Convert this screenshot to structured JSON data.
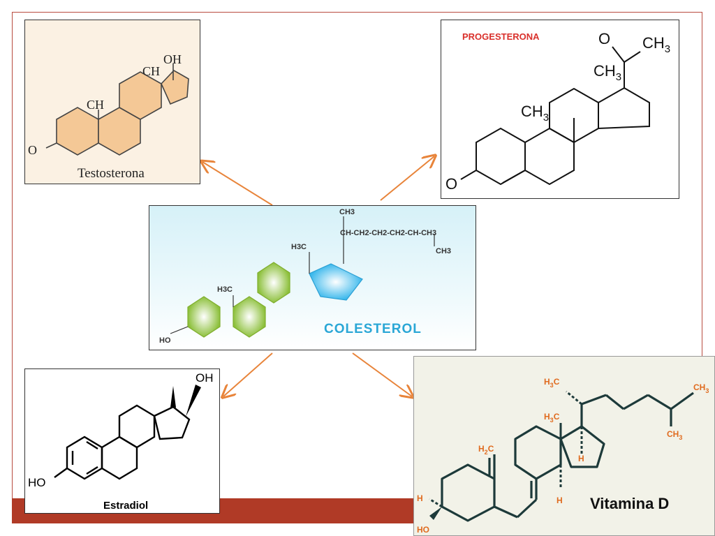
{
  "molecules": {
    "testosterone": {
      "name": "Testosterona",
      "ch_label": "CH",
      "oh_label": "OH",
      "ch17_label": "CH",
      "o_label": "O"
    },
    "progesterone": {
      "name": "PROGESTERONA",
      "o_top": "O",
      "ch3_top": "CH",
      "ch3_top_sub": "3",
      "ch3_c13": "CH",
      "ch3_c13_sub": "3",
      "ch3_c10": "CH",
      "ch3_c10_sub": "3",
      "o_bottom": "O"
    },
    "cholesterol": {
      "name": "COLESTEROL",
      "ch3_top": "CH3",
      "side_chain": "CH-CH2-CH2-CH2-CH-CH3",
      "ch3_bottom": "CH3",
      "h3c_c13": "H3C",
      "h3c_c10": "H3C",
      "ho": "HO"
    },
    "estradiol": {
      "name": "Estradiol",
      "oh": "OH",
      "ho": "HO"
    },
    "vitamin_d": {
      "name": "Vitamina D",
      "h3c_top": "H",
      "h3c_top_sub": "3",
      "h3c_top_c": "C",
      "ch3_right": "CH",
      "ch3_right_sub": "3",
      "ch3_low": "CH",
      "ch3_low_sub": "3",
      "h3c_mid": "H",
      "h3c_mid_sub": "3",
      "h3c_mid_c": "C",
      "h2c": "H",
      "h2c_sub": "2",
      "h2c_c": "C",
      "h_ring": "H",
      "h_ring2": "H",
      "h_left": "H",
      "ho": "HO"
    }
  },
  "colors": {
    "arrow": "#e8843a",
    "frame": "#b84a3e",
    "footer": "#b03a26",
    "progesterone_title": "#d9302b",
    "cholesterol_title": "#2aa7d6",
    "vitd_bond": "#1d3a3a",
    "vitd_label": "#e06b1f",
    "ring_green": "#9bcb45",
    "ring_blue": "#4cc3ee"
  }
}
